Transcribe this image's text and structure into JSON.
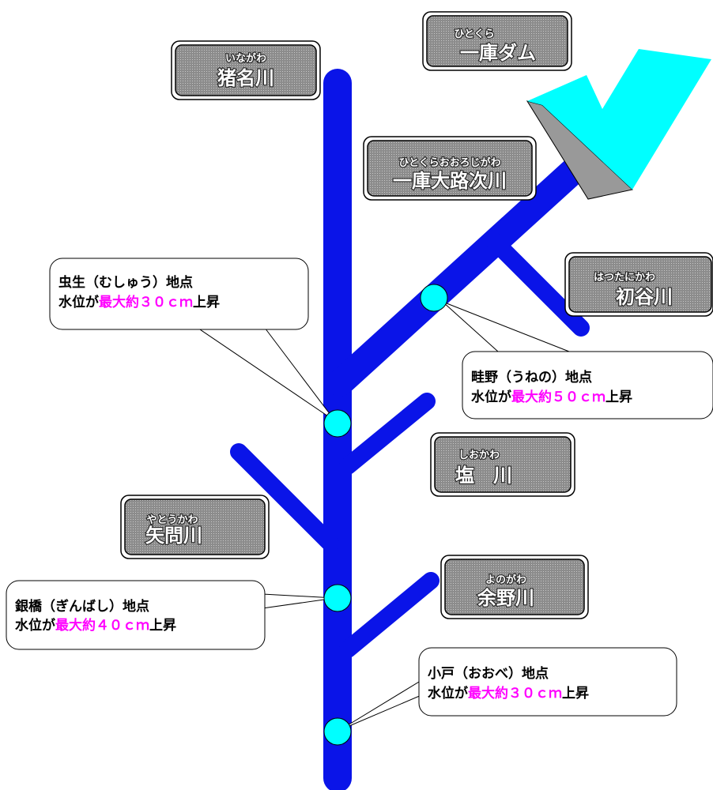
{
  "colors": {
    "river": "#0a14e8",
    "point": "#00ffff",
    "dam_face": "#00ffff",
    "dam_side": "#999999",
    "label_box": "#8a8a8a",
    "highlight": "#ff00ff"
  },
  "labels": {
    "inagawa": {
      "ruby": "いながわ",
      "name": "猪名川"
    },
    "hitokura_dam": {
      "ruby": "ひとくら",
      "name": "一庫ダム"
    },
    "hitokura_ooroji": {
      "ruby": "ひとくらおおろじがわ",
      "name": "一庫大路次川"
    },
    "hatsutani": {
      "ruby": "はつたにかわ",
      "name": "初谷川"
    },
    "shio": {
      "ruby": "しおかわ",
      "name": "塩　川"
    },
    "yatou": {
      "ruby": "やとうかわ",
      "name": "矢問川"
    },
    "yono": {
      "ruby": "よのがわ",
      "name": "余野川"
    }
  },
  "callouts": {
    "mushu": {
      "line1": "虫生（むしゅう）地点",
      "prefix": "水位が",
      "value": "最大約３０ｃｍ",
      "suffix": "上昇"
    },
    "unene": {
      "line1": "畦野（うねの）地点",
      "prefix": "水位が",
      "value": "最大約５０ｃｍ",
      "suffix": "上昇"
    },
    "ginbashi": {
      "line1": "銀橋（ぎんばし）地点",
      "prefix": "水位が",
      "value": "最大約４０ｃｍ",
      "suffix": "上昇"
    },
    "oobe": {
      "line1": "小戸（おおべ）地点",
      "prefix": "水位が",
      "value": "最大約３０ｃｍ",
      "suffix": "上昇"
    }
  }
}
